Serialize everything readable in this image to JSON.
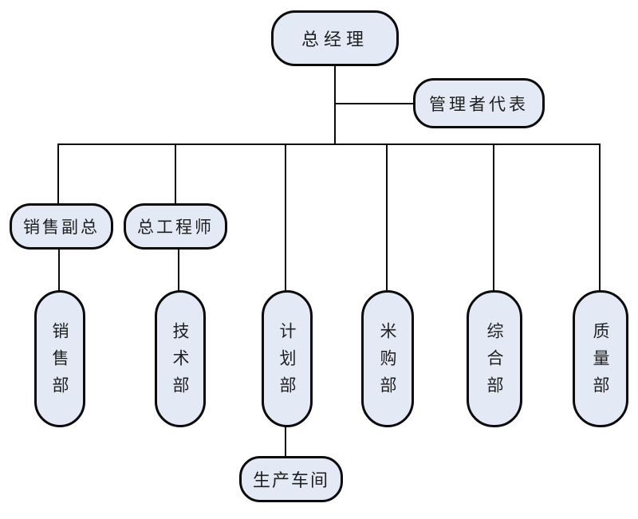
{
  "diagram": {
    "type": "org-chart",
    "colors": {
      "node_fill": "#e4e9f6",
      "node_border": "#0a0a0a",
      "connector": "#0a0a0a",
      "background": "#ffffff",
      "text": "#1f1f1f"
    }
  },
  "nodes": {
    "general_manager": {
      "label": "总经理"
    },
    "management_representative": {
      "label": "管理者代表"
    },
    "sales_vp": {
      "label": "销售副总"
    },
    "chief_engineer": {
      "label": "总工程师"
    },
    "sales_dept": {
      "label": "销售部"
    },
    "tech_dept": {
      "label": "技术部"
    },
    "planning_dept": {
      "label": "计划部"
    },
    "purchasing_dept": {
      "label": "米购部"
    },
    "general_dept": {
      "label": "综合部"
    },
    "quality_dept": {
      "label": "质量部"
    },
    "production_workshop": {
      "label": "生产车间"
    }
  },
  "edges": [
    {
      "from": "总经理",
      "to": "管理者代表"
    },
    {
      "from": "总经理",
      "to": "销售副总"
    },
    {
      "from": "总经理",
      "to": "总工程师"
    },
    {
      "from": "总经理",
      "to": "计划部"
    },
    {
      "from": "总经理",
      "to": "米购部"
    },
    {
      "from": "总经理",
      "to": "综合部"
    },
    {
      "from": "总经理",
      "to": "质量部"
    },
    {
      "from": "销售副总",
      "to": "销售部"
    },
    {
      "from": "总工程师",
      "to": "技术部"
    },
    {
      "from": "计划部",
      "to": "生产车间"
    }
  ]
}
